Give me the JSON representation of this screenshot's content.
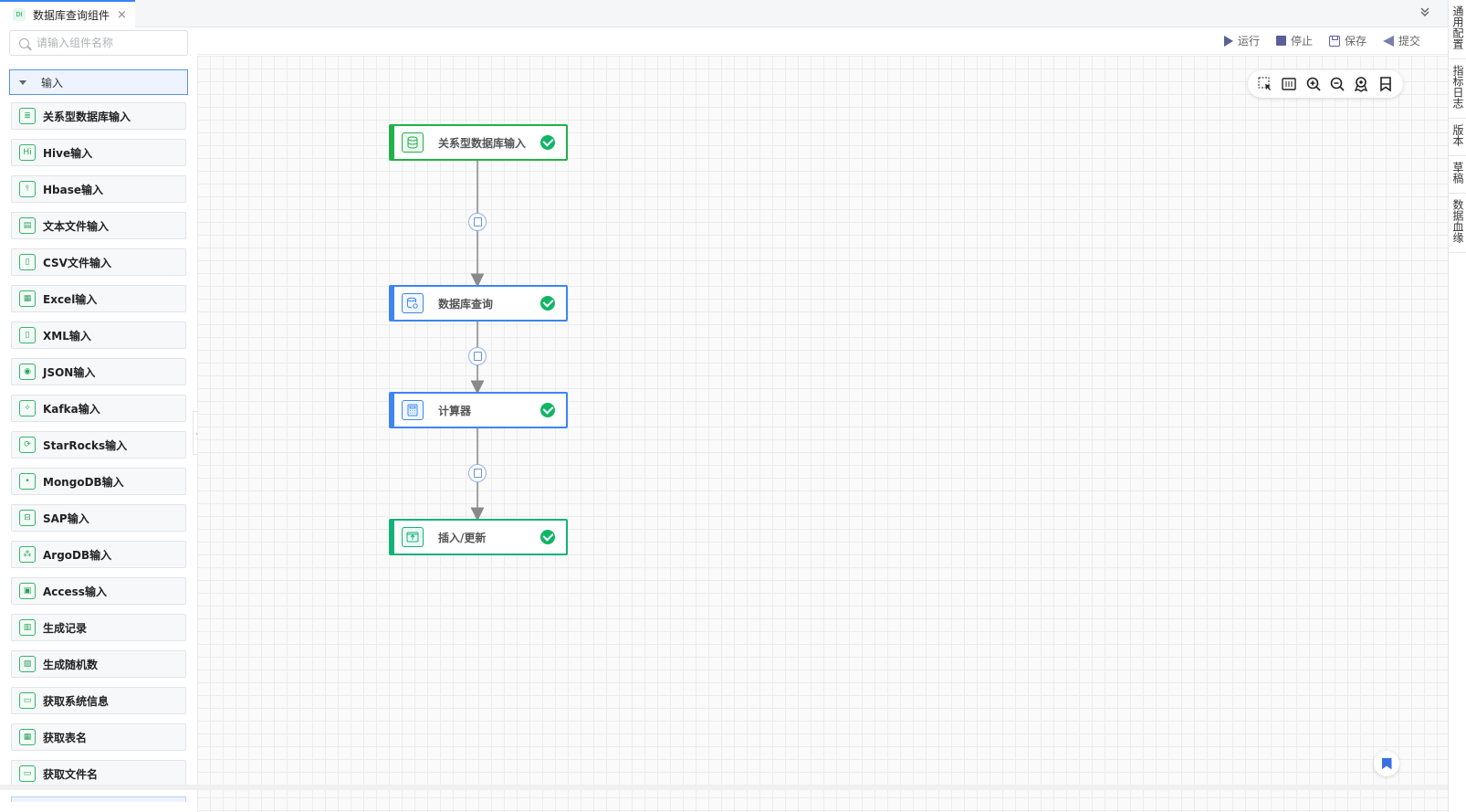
{
  "tab": {
    "icon": "DI",
    "label": "数据库查询组件",
    "close": "×"
  },
  "search": {
    "placeholder": "请输入组件名称"
  },
  "group": {
    "label": "输入"
  },
  "components": [
    {
      "label": "关系型数据库输入",
      "icon": "database-icon"
    },
    {
      "label": "Hive输入",
      "icon": "hive-icon"
    },
    {
      "label": "Hbase输入",
      "icon": "hbase-icon"
    },
    {
      "label": "文本文件输入",
      "icon": "text-file-icon"
    },
    {
      "label": "CSV文件输入",
      "icon": "csv-file-icon"
    },
    {
      "label": "Excel输入",
      "icon": "excel-icon"
    },
    {
      "label": "XML输入",
      "icon": "xml-icon"
    },
    {
      "label": "JSON输入",
      "icon": "json-icon"
    },
    {
      "label": "Kafka输入",
      "icon": "kafka-icon"
    },
    {
      "label": "StarRocks输入",
      "icon": "starrocks-icon"
    },
    {
      "label": "MongoDB输入",
      "icon": "mongodb-icon"
    },
    {
      "label": "SAP输入",
      "icon": "sap-icon"
    },
    {
      "label": "ArgoDB输入",
      "icon": "argodb-icon"
    },
    {
      "label": "Access输入",
      "icon": "access-icon"
    },
    {
      "label": "生成记录",
      "icon": "generate-record-icon"
    },
    {
      "label": "生成随机数",
      "icon": "random-number-icon"
    },
    {
      "label": "获取系统信息",
      "icon": "system-info-icon"
    },
    {
      "label": "获取表名",
      "icon": "table-name-icon"
    },
    {
      "label": "获取文件名",
      "icon": "file-name-icon"
    }
  ],
  "toolbar": {
    "run": "运行",
    "stop": "停止",
    "save": "保存",
    "submit": "提交"
  },
  "zoom_tools": [
    "select-icon",
    "fit-icon",
    "zoom-in-icon",
    "zoom-out-icon",
    "locate-icon",
    "bookmark-icon"
  ],
  "nodes": [
    {
      "label": "关系型数据库输入",
      "status": "success",
      "color": "#22b04b"
    },
    {
      "label": "数据库查询",
      "status": "success",
      "color": "#3d86f0"
    },
    {
      "label": "计算器",
      "status": "success",
      "color": "#3d86f0"
    },
    {
      "label": "插入/更新",
      "status": "success",
      "color": "#14b27a"
    }
  ],
  "right_panel": [
    {
      "label": "通用配置"
    },
    {
      "label": "指标日志"
    },
    {
      "label": "版本"
    },
    {
      "label": "草稿"
    },
    {
      "label": "数据血缘"
    }
  ],
  "colors": {
    "accent": "#3b82f6",
    "success": "#12b565",
    "edge": "#8a8a8a"
  }
}
